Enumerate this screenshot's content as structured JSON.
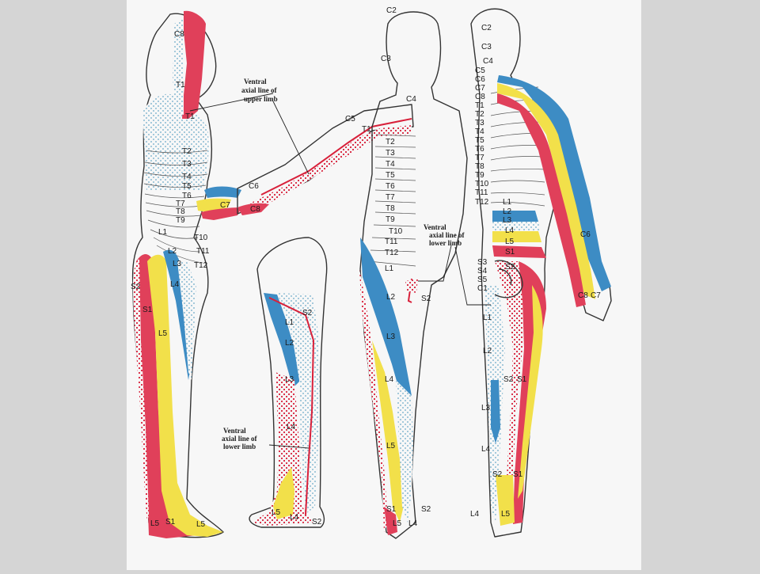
{
  "colors": {
    "background": "#d5d5d5",
    "paper": "#f7f7f7",
    "red": "#e0405a",
    "yellow": "#f2e04a",
    "blue": "#3d8cc4",
    "blue_dots": "#6aa8c8",
    "red_dots": "#d8203a"
  },
  "captions": {
    "upper_limb_l1": "Ventral",
    "upper_limb_l2": "axial line of",
    "upper_limb_l3": "upper limb",
    "lower_limb_mid_l1": "Ventral",
    "lower_limb_mid_l2": "axial line of",
    "lower_limb_mid_l3": "lower limb",
    "lower_limb_right_l1": "Ventral",
    "lower_limb_right_l2": "axial line of",
    "lower_limb_right_l3": "lower limb"
  },
  "lateral": {
    "c8": "C8",
    "t1": "T1",
    "t1b": "T1",
    "t2": "T2",
    "t3": "T3",
    "t4": "T4",
    "t5": "T5",
    "t6": "T6",
    "t7": "T7",
    "t8": "T8",
    "t9": "T9",
    "t10": "T10",
    "t11": "T11",
    "t12": "T12",
    "l1": "L1",
    "l2": "L2",
    "l3": "L3",
    "l4": "L4",
    "l5": "L5",
    "l5b": "L5",
    "s1": "S1",
    "s1b": "S1",
    "s2": "S2",
    "c6": "C6",
    "c7": "C7",
    "c8b": "C8"
  },
  "leg": {
    "s2": "S2",
    "l1": "L1",
    "l2": "L2",
    "l3": "L3",
    "l4": "L4",
    "l5": "L5",
    "l4b": "L4",
    "s2b": "S2"
  },
  "front": {
    "c2": "C2",
    "c3": "C3",
    "c4": "C4",
    "c5": "C5",
    "t1": "T1",
    "t2": "T2",
    "t3": "T3",
    "t4": "T4",
    "t5": "T5",
    "t6": "T6",
    "t7": "T7",
    "t8": "T8",
    "t9": "T9",
    "t10": "T10",
    "t11": "T11",
    "t12": "T12",
    "l1": "L1",
    "l2": "L2",
    "l3": "L3",
    "l4": "L4",
    "l5": "L5",
    "l4b": "L4",
    "s1": "S1",
    "s2": "S2",
    "s2b": "S2"
  },
  "back": {
    "c2": "C2",
    "c3": "C3",
    "c4": "C4",
    "c5": "C5",
    "c6": "C6",
    "c7": "C7",
    "c8": "C8",
    "t1": "T1",
    "t2": "T2",
    "t3": "T3",
    "t4": "T4",
    "t5": "T5",
    "t6": "T6",
    "t7": "T7",
    "t8": "T8",
    "t9": "T9",
    "t10": "T10",
    "t11": "T11",
    "t12": "T12",
    "l1": "L1",
    "l2": "L2",
    "l3": "L3",
    "l4": "L4",
    "l5": "L5",
    "s1": "S1",
    "s2": "S2",
    "s3": "S3",
    "s4": "S4",
    "s5": "S5",
    "c1": "C1",
    "c6b": "C6",
    "c8b": "C8",
    "c7b": "C7",
    "leg_l1": "L1",
    "leg_l2": "L2",
    "leg_s2": "S2",
    "leg_s1": "S1",
    "leg_l3": "L3",
    "leg_l4": "L4",
    "foot_s2": "S2",
    "foot_s1": "S1",
    "foot_l4": "L4",
    "foot_l5": "L5"
  }
}
